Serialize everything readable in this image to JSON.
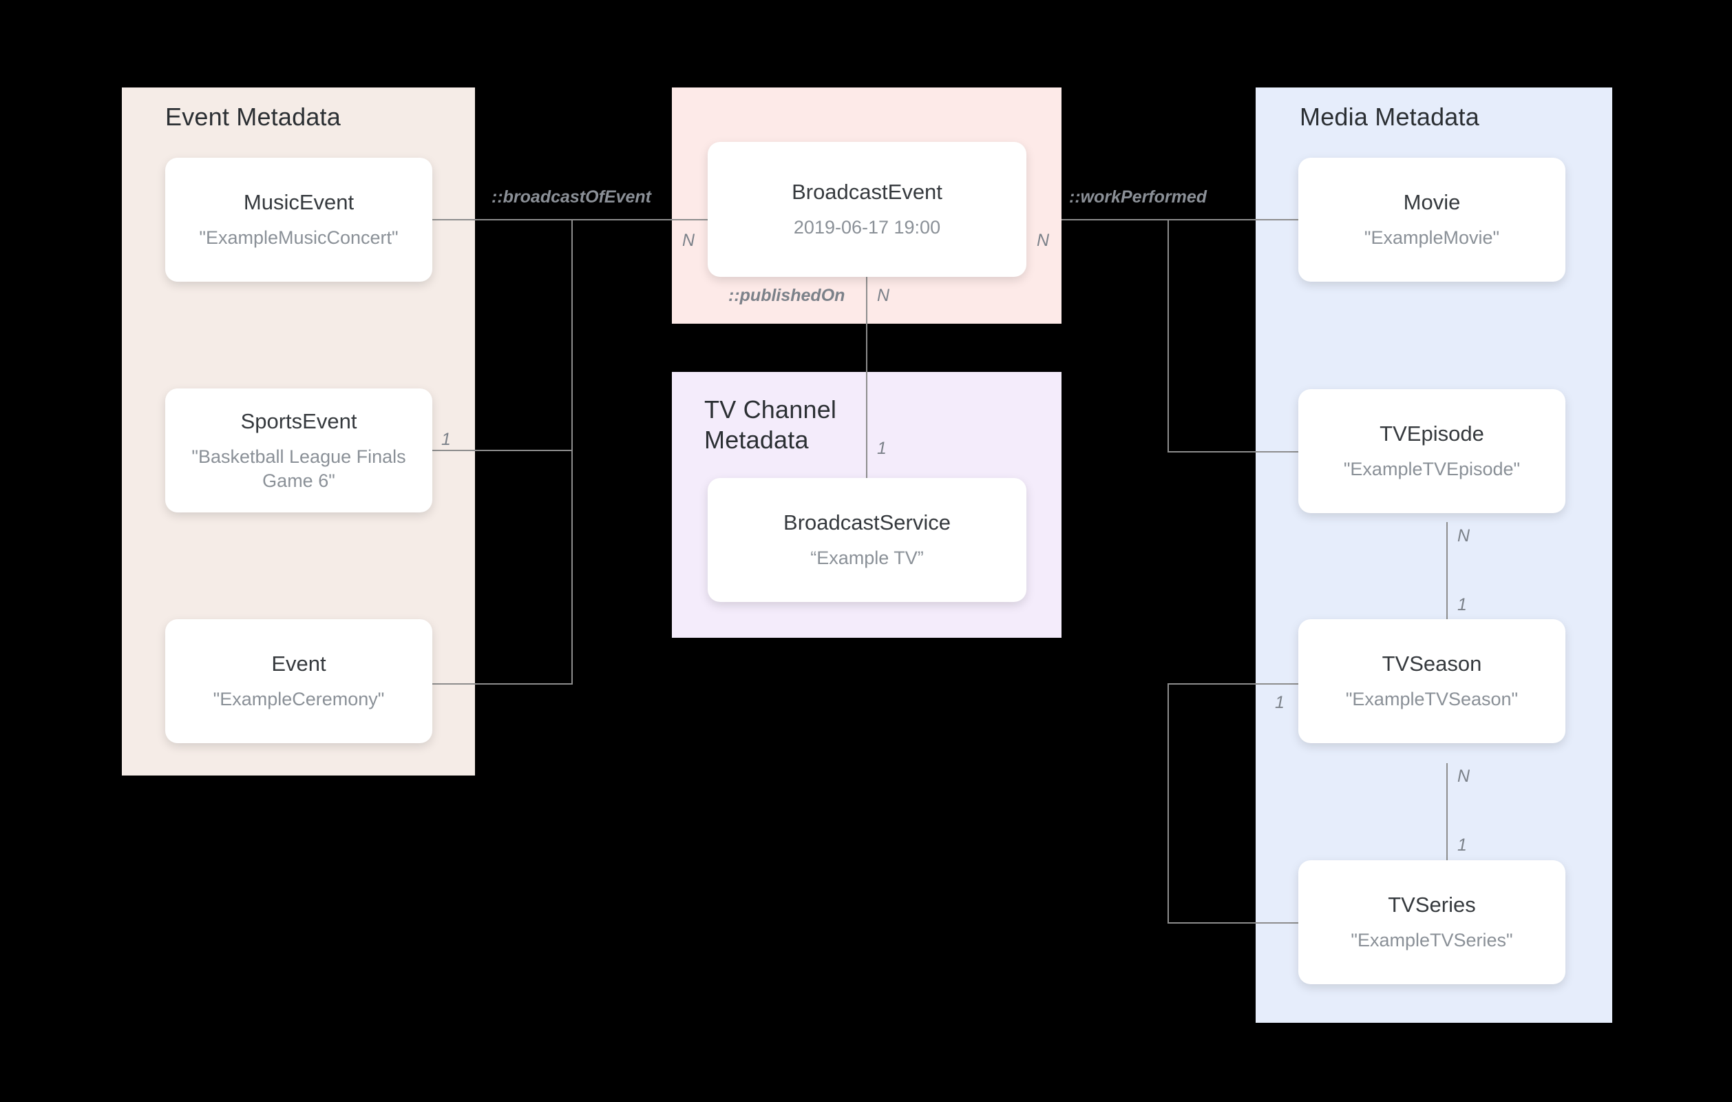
{
  "diagram": {
    "title_hidden": "",
    "panels": [
      {
        "id": "event-metadata",
        "title": "Event Metadata",
        "color": "#f5ece7"
      },
      {
        "id": "broadcast-event-group",
        "title": "",
        "color": "#fdeae8"
      },
      {
        "id": "tv-channel-metadata",
        "title": "TV Channel\nMetadata",
        "color": "#f4ecfb"
      },
      {
        "id": "media-metadata",
        "title": "Media Metadata",
        "color": "#e6edfb"
      }
    ],
    "nodes": [
      {
        "id": "music-event",
        "type": "MusicEvent",
        "value": "\"ExampleMusicConcert\""
      },
      {
        "id": "sports-event",
        "type": "SportsEvent",
        "value": "\"Basketball League Finals Game 6\""
      },
      {
        "id": "event",
        "type": "Event",
        "value": "\"ExampleCeremony\""
      },
      {
        "id": "broadcast-event",
        "type": "BroadcastEvent",
        "value": "2019-06-17 19:00"
      },
      {
        "id": "broadcast-service",
        "type": "BroadcastService",
        "value": "“Example TV”"
      },
      {
        "id": "movie",
        "type": "Movie",
        "value": "\"ExampleMovie\""
      },
      {
        "id": "tv-episode",
        "type": "TVEpisode",
        "value": "\"ExampleTVEpisode\""
      },
      {
        "id": "tv-season",
        "type": "TVSeason",
        "value": "\"ExampleTVSeason\""
      },
      {
        "id": "tv-series",
        "type": "TVSeries",
        "value": "\"ExampleTVSeries\""
      }
    ],
    "relations": [
      {
        "id": "broadcast-of-event",
        "label": "::broadcastOfEvent"
      },
      {
        "id": "work-performed",
        "label": "::workPerformed"
      },
      {
        "id": "published-on",
        "label": "::publishedOn"
      }
    ],
    "cardinalities": {
      "sports_event_side": "1",
      "broadcast_event_left": "N",
      "broadcast_event_right": "N",
      "broadcast_event_bottom": "N",
      "broadcast_service_top": "1",
      "tv_episode_bottom": "N",
      "tv_season_top": "1",
      "tv_season_left": "1",
      "tv_season_bottom": "N",
      "tv_series_top": "1"
    },
    "colors": {
      "background": "#000000",
      "event_panel": "#f5ece7",
      "broadcast_panel": "#fdeae8",
      "channel_panel": "#f4ecfb",
      "media_panel": "#e6edfb",
      "edge": "#8d8d8d",
      "node_title": "#35393d",
      "node_value": "#8a9097"
    }
  }
}
